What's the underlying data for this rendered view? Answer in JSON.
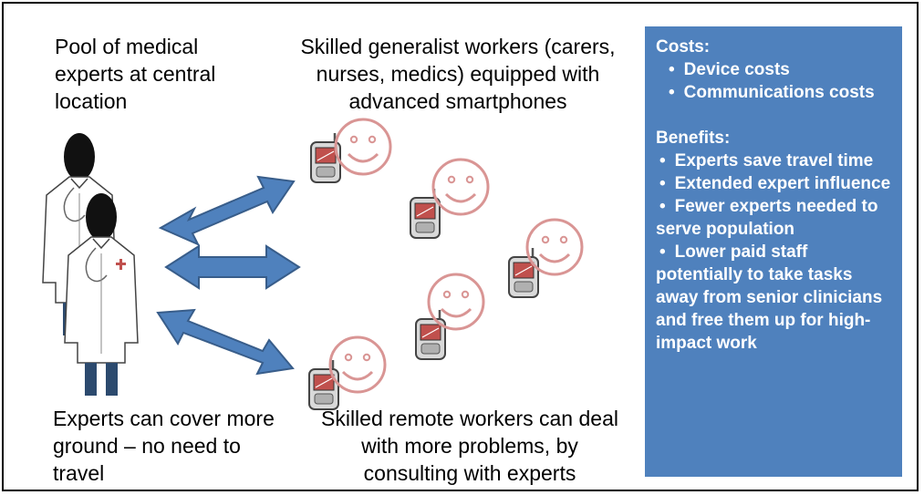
{
  "labels": {
    "pool": "Pool of medical experts at central location",
    "skilled": "Skilled generalist workers (carers, nurses, medics) equipped with advanced smartphones",
    "cover": "Experts can cover more ground – no need to travel",
    "remote": "Skilled remote workers can deal with more problems, by consulting with experts"
  },
  "panel": {
    "costs_heading": "Costs:",
    "costs": [
      "Device costs",
      "Communications costs"
    ],
    "benefits_heading": "Benefits:",
    "benefits": [
      "Experts save travel time",
      "Extended expert influence",
      "Fewer experts needed to serve population",
      "Lower paid staff potentially to take tasks away from senior clinicians and free them up for high-impact work"
    ]
  },
  "colors": {
    "panel_bg": "#4f81bd",
    "arrow_fill": "#4f81bd",
    "arrow_stroke": "#385d8a",
    "smiley": "#d99594",
    "phone_screen": "#c0504d",
    "figure_dark": "#111111",
    "trousers": "#2c4a6e"
  },
  "icons": [
    "doctor-icon",
    "double-arrow-icon",
    "smiley-icon",
    "smartphone-icon"
  ]
}
